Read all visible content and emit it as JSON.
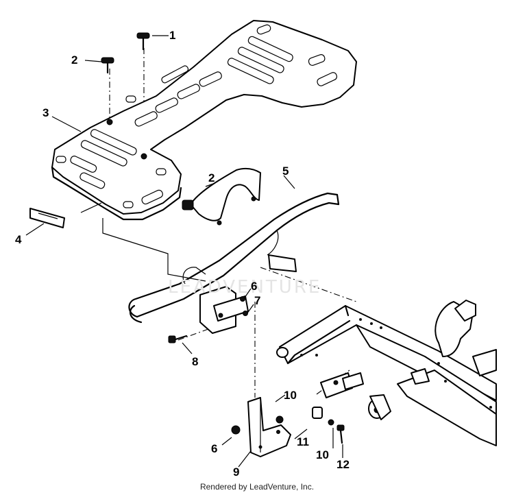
{
  "callouts": {
    "c1": "1",
    "c2a": "2",
    "c2b": "2",
    "c3": "3",
    "c4": "4",
    "c5": "5",
    "c6a": "6",
    "c6b": "6",
    "c7": "7",
    "c8": "8",
    "c9": "9",
    "c10a": "10",
    "c10b": "10",
    "c11": "11",
    "c12": "12"
  },
  "watermark": "LEADVENTURE",
  "footer": "Rendered by LeadVenture, Inc."
}
